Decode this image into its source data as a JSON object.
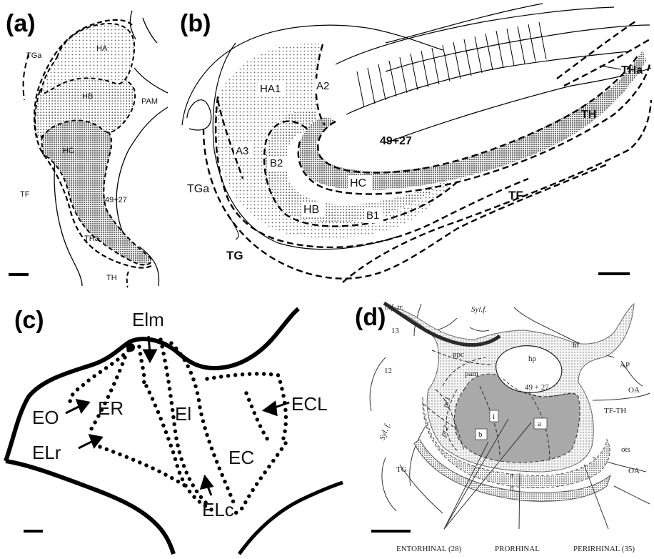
{
  "panel_a": {
    "letter": "(a)",
    "labels": [
      "HA",
      "HB",
      "HC",
      "TGa",
      "PAM",
      "TF",
      "49+27",
      "THa",
      "TH"
    ]
  },
  "panel_b": {
    "letter": "(b)",
    "labels": [
      "HA1",
      "A2",
      "A3",
      "B2",
      "HC",
      "HB",
      "B1",
      "49+27",
      "TGa",
      "TG",
      "TF",
      "TH",
      "THa"
    ]
  },
  "panel_c": {
    "letter": "(c)",
    "labels": [
      "Elm",
      "EO",
      "ER",
      "El",
      "ECL",
      "ELr",
      "EC",
      "ELc"
    ]
  },
  "panel_d": {
    "letter": "(d)",
    "labels": [
      "olf. tr.",
      "Syl.f.",
      "13",
      "hf",
      "ppc",
      "hp",
      "12",
      "pam",
      "AP",
      "49 + 27",
      "OA",
      "pr1",
      "i",
      "TF-TH",
      "Syl. f.",
      "a",
      "b",
      "pr2",
      "ots",
      "TG",
      "OA",
      "a",
      "b"
    ],
    "bottom_labels": [
      "ENTORHINAL (28)",
      "PRORHINAL",
      "PERIRHINAL (35)"
    ]
  },
  "colors": {
    "stipple_light": "#d8d8d8",
    "stipple_dark": "#bdbdbd",
    "gray_region": "#a9a9a9",
    "ink": "#000000"
  }
}
